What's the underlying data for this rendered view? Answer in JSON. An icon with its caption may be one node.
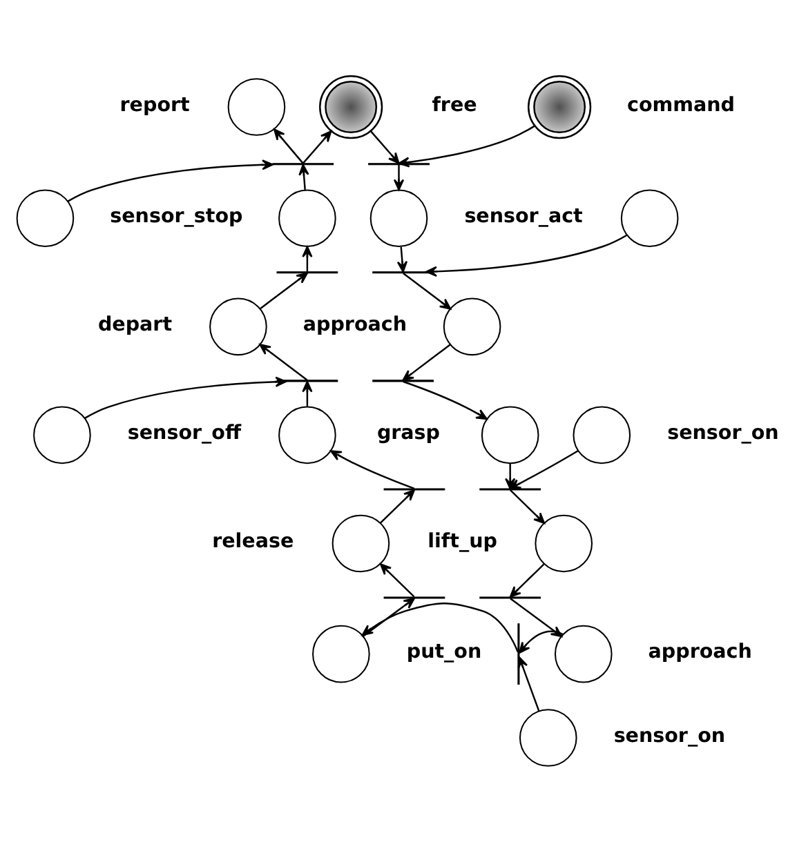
{
  "diagram": {
    "nodes": [
      {
        "text": [],
        "shape": "circle",
        "beside": [
          "report"
        ]
      },
      {
        "text": [],
        "shape": "circle",
        "beside": [
          "free"
        ]
      },
      {
        "text": [],
        "shape": "circle",
        "beside": [
          "command"
        ]
      },
      {
        "text": [],
        "shape": "bar"
      },
      {
        "text": [],
        "shape": "bar"
      },
      {
        "text": [],
        "shape": "circle",
        "beside": [
          "sensor_stop"
        ]
      },
      {
        "text": [],
        "shape": "circle"
      },
      {
        "text": [],
        "shape": "circle"
      },
      {
        "text": [],
        "shape": "circle",
        "beside": [
          "sensor_act"
        ]
      },
      {
        "text": [],
        "shape": "bar"
      },
      {
        "text": [],
        "shape": "bar"
      },
      {
        "text": [],
        "shape": "circle",
        "beside": [
          "depart"
        ]
      },
      {
        "text": [],
        "shape": "circle",
        "beside": [
          "approach"
        ]
      },
      {
        "text": [],
        "shape": "bar"
      },
      {
        "text": [],
        "shape": "bar"
      },
      {
        "text": [],
        "shape": "circle",
        "beside": [
          "sensor_off"
        ]
      },
      {
        "text": [],
        "shape": "circle"
      },
      {
        "text": [],
        "shape": "circle",
        "beside": [
          "grasp"
        ]
      },
      {
        "text": [],
        "shape": "circle",
        "beside": [
          "sensor_on"
        ]
      },
      {
        "text": [],
        "shape": "bar"
      },
      {
        "text": [],
        "shape": "circle",
        "beside": [
          "release"
        ]
      },
      {
        "text": [],
        "shape": "bar"
      },
      {
        "text": [],
        "shape": "circle",
        "beside": [
          "lift_up"
        ]
      },
      {
        "text": [],
        "shape": "bar"
      },
      {
        "text": [],
        "shape": "bar"
      },
      {
        "text": [],
        "shape": "circle",
        "beside": [
          "put_on"
        ]
      },
      {
        "text": [],
        "shape": "bar"
      },
      {
        "text": [],
        "shape": "circle",
        "beside": [
          "approach"
        ]
      },
      {
        "text": [],
        "shape": "circle",
        "beside": [
          "sensor_on"
        ]
      }
    ],
    "edges": [
      {
        "from": 3,
        "to": 0,
        "arrow": "to"
      },
      {
        "from": 3,
        "to": 1,
        "arrow": "to"
      },
      {
        "from": 1,
        "to": 4,
        "arrow": "to"
      },
      {
        "from": 2,
        "to": 4,
        "arrow": "to"
      },
      {
        "from": 5,
        "to": 3,
        "arrow": "to"
      },
      {
        "from": 6,
        "to": 3,
        "arrow": "to"
      },
      {
        "from": 4,
        "to": 7,
        "arrow": "to"
      },
      {
        "from": 9,
        "to": 6,
        "arrow": "to"
      },
      {
        "from": 7,
        "to": 10,
        "arrow": "to"
      },
      {
        "from": 8,
        "to": 10,
        "arrow": "to"
      },
      {
        "from": 11,
        "to": 9,
        "arrow": "to"
      },
      {
        "from": 10,
        "to": 12,
        "arrow": "to"
      },
      {
        "from": 13,
        "to": 11,
        "arrow": "to"
      },
      {
        "from": 12,
        "to": 14,
        "arrow": "to"
      },
      {
        "from": 15,
        "to": 13,
        "arrow": "to"
      },
      {
        "from": 16,
        "to": 13,
        "arrow": "to"
      },
      {
        "from": 14,
        "to": 17,
        "arrow": "to"
      },
      {
        "from": 19,
        "to": 16,
        "arrow": "to"
      },
      {
        "from": 17,
        "to": 21,
        "arrow": "to"
      },
      {
        "from": 18,
        "to": 21,
        "arrow": "to"
      },
      {
        "from": 20,
        "to": 19,
        "arrow": "to"
      },
      {
        "from": 21,
        "to": 22,
        "arrow": "to"
      },
      {
        "from": 23,
        "to": 20,
        "arrow": "to"
      },
      {
        "from": 22,
        "to": 24,
        "arrow": "to"
      },
      {
        "from": 25,
        "to": 23,
        "arrow": "to"
      },
      {
        "from": 26,
        "to": 25,
        "arrow": "to"
      },
      {
        "from": 27,
        "to": 26,
        "arrow": "to"
      },
      {
        "from": 24,
        "to": 27,
        "arrow": "to"
      },
      {
        "from": 28,
        "to": 26,
        "arrow": "to"
      }
    ]
  }
}
